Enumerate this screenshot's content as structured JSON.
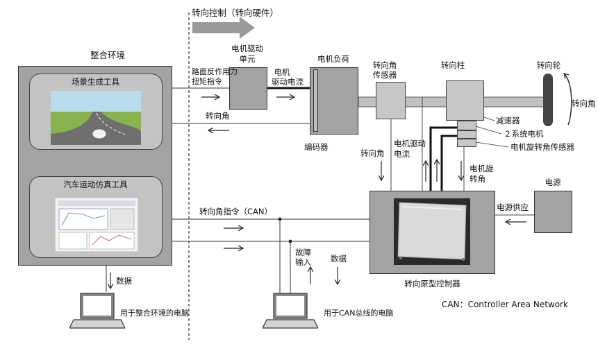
{
  "header": {
    "steering_control": "转向控制（转向硬件）"
  },
  "integration": {
    "title": "整合环境",
    "scene_tool": "场景生成工具",
    "vehicle_tool": "汽车运动仿真工具",
    "data_label": "数据",
    "pc_label": "用于整合环境的电脑"
  },
  "hardware": {
    "motor_driver": [
      "电机驱动",
      "单元"
    ],
    "reaction_torque_cmd": [
      "路面反作用力",
      "扭矩指令"
    ],
    "motor_drive_current": [
      "电机",
      "驱动电流"
    ],
    "motor_load": "电机负荷",
    "angle_sensor": [
      "转向角",
      "传感器"
    ],
    "steering_column": "转向柱",
    "steering_wheel": "转向轮",
    "steering_angle": "转向角",
    "encoder": "编码器",
    "reducer": "减速器",
    "dual_motor": "２系统电机",
    "motor_rot_sensor": "电机旋转角传感器",
    "angle_down": "转向角",
    "current_down": [
      "电机驱动",
      "电流"
    ],
    "motor_rot_angle": [
      "电机旋",
      "转角"
    ],
    "power": "电源",
    "power_supply": "电源供应",
    "steer_cmd_can": "转向角指令（CAN）",
    "fault_input": [
      "故障",
      "输入"
    ],
    "data_label": "数据",
    "controller": "转向原型控制器",
    "can_pc_label": "用于CAN总线的电脑",
    "can_note": "CAN：Controller Area Network"
  }
}
